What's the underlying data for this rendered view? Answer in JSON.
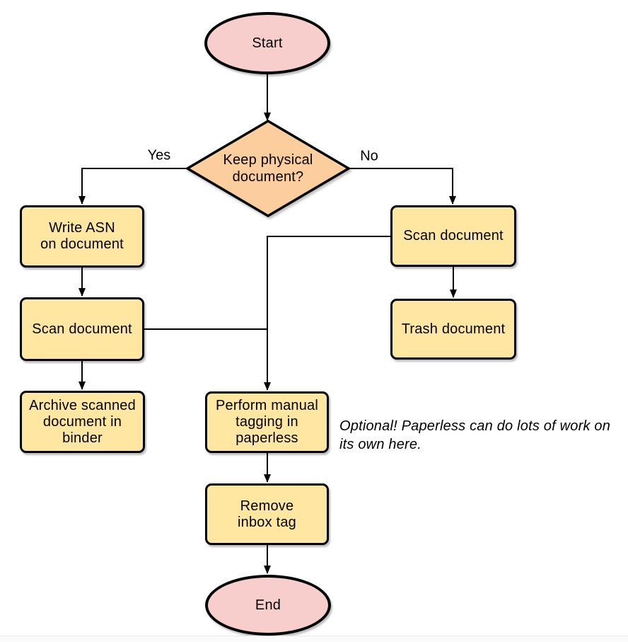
{
  "palette": {
    "terminal_fill": "#F8CECC",
    "decision_fill": "#FCCE9D",
    "process_fill": "#FFE6A1",
    "stroke": "#000000",
    "background": "#FFFFFF"
  },
  "nodes": {
    "start": {
      "label": "Start",
      "type": "terminal"
    },
    "decision": {
      "label": "Keep physical\ndocument?",
      "type": "decision"
    },
    "write_asn": {
      "label": "Write ASN\non document",
      "type": "process"
    },
    "scan_left": {
      "label": "Scan document",
      "type": "process"
    },
    "archive": {
      "label": "Archive scanned\ndocument in\nbinder",
      "type": "process"
    },
    "scan_right": {
      "label": "Scan document",
      "type": "process"
    },
    "trash": {
      "label": "Trash document",
      "type": "process"
    },
    "tagging": {
      "label": "Perform manual\ntagging in\npaperless",
      "type": "process"
    },
    "remove_inbox": {
      "label": "Remove\ninbox tag",
      "type": "process"
    },
    "end": {
      "label": "End",
      "type": "terminal"
    }
  },
  "edge_labels": {
    "yes": "Yes",
    "no": "No"
  },
  "annotation": {
    "note": "Optional! Paperless can do lots of work on\nits own here."
  }
}
